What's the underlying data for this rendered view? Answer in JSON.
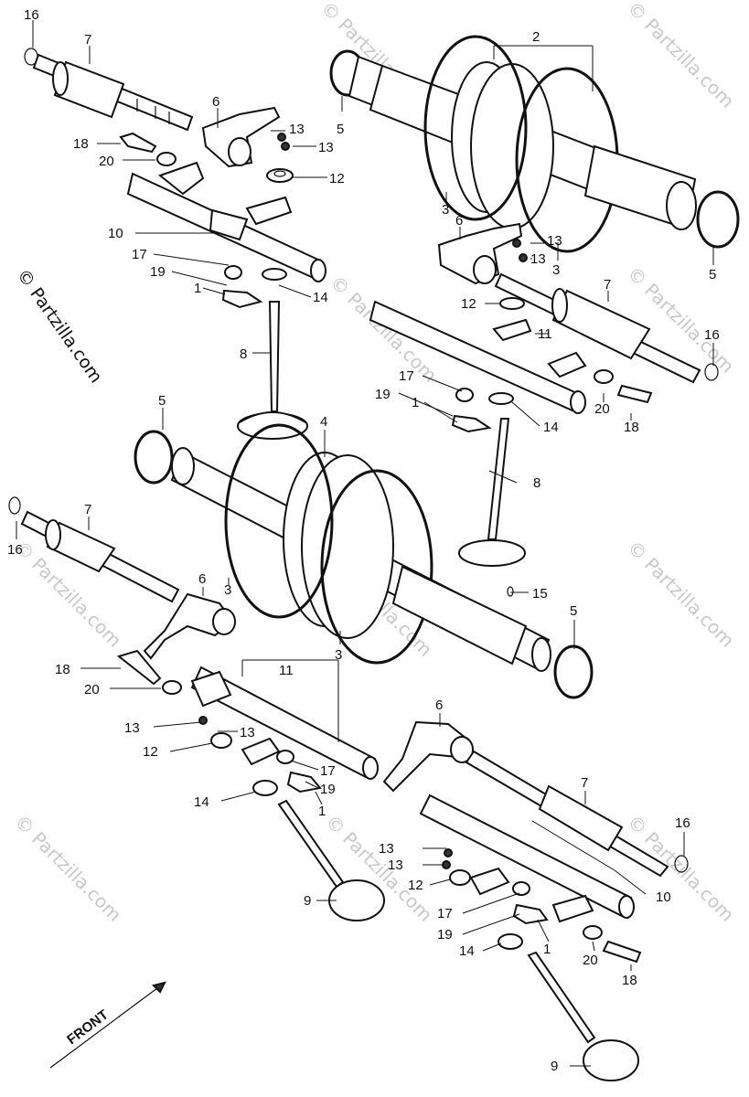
{
  "watermark": {
    "text": "© Partzilla.com",
    "side_text": "© Partzilla.com"
  },
  "front_label": "FRONT",
  "callouts": {
    "c1": "16",
    "c2": "7",
    "c3": "6",
    "c4": "13",
    "c5": "13",
    "c6": "18",
    "c7": "20",
    "c8": "12",
    "c9": "10",
    "c10": "17",
    "c11": "19",
    "c12": "1",
    "c13": "14",
    "c14": "8",
    "c15": "2",
    "c16": "5",
    "c17": "3",
    "c18": "5",
    "c19": "6",
    "c20": "13",
    "c21": "13",
    "c22": "3",
    "c23": "7",
    "c24": "12",
    "c25": "11",
    "c26": "16",
    "c27": "17",
    "c28": "19",
    "c29": "1",
    "c30": "20",
    "c31": "14",
    "c32": "18",
    "c33": "5",
    "c34": "4",
    "c35": "8",
    "c36": "7",
    "c37": "16",
    "c38": "6",
    "c39": "3",
    "c40": "3",
    "c41": "15",
    "c42": "5",
    "c43": "18",
    "c44": "20",
    "c45": "11",
    "c46": "13",
    "c47": "13",
    "c48": "12",
    "c49": "17",
    "c50": "19",
    "c51": "1",
    "c52": "14",
    "c53": "9",
    "c54": "6",
    "c55": "7",
    "c56": "16",
    "c57": "10",
    "c58": "13",
    "c59": "13",
    "c60": "12",
    "c61": "17",
    "c62": "19",
    "c63": "14",
    "c64": "1",
    "c65": "20",
    "c66": "18",
    "c67": "9"
  }
}
